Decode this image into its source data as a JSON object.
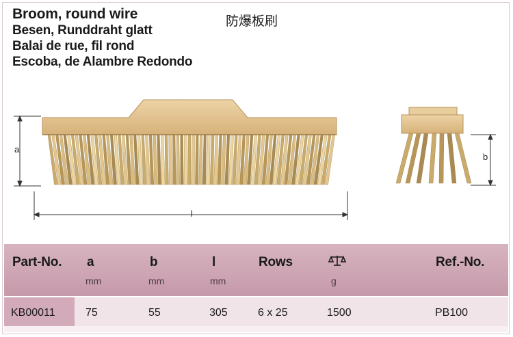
{
  "titles": {
    "en": "Broom, round wire",
    "de": "Besen, Runddraht glatt",
    "fr": "Balai de rue, fil rond",
    "es": "Escoba, de Alambre Redondo",
    "zh": "防爆板刷"
  },
  "dimensions": {
    "a": "a",
    "b": "b",
    "l": "l"
  },
  "table": {
    "headers": {
      "part_no": "Part-No.",
      "a": "a",
      "b": "b",
      "l": "l",
      "rows": "Rows",
      "weight_icon": "scale-icon",
      "ref_no": "Ref.-No."
    },
    "units": {
      "a": "mm",
      "b": "mm",
      "l": "mm",
      "weight": "g"
    },
    "row": {
      "part_no": "KB00011",
      "a": "75",
      "b": "55",
      "l": "305",
      "rows": "6 x 25",
      "weight": "1500",
      "ref_no": "PB100"
    }
  },
  "colors": {
    "wood": "#e2c38f",
    "bristle": "#c8a96a",
    "header_bg": "#cfa7b6",
    "row_bg": "#f1e4e9"
  }
}
